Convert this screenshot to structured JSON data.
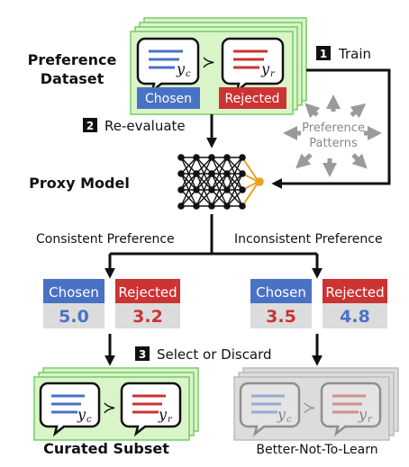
{
  "dataset": {
    "title_line1": "Preference",
    "title_line2": "Dataset",
    "chosen_label": "Chosen",
    "rejected_label": "Rejected",
    "yc": "y",
    "yc_sub": "c",
    "yr": "y",
    "yr_sub": "r",
    "gt": "≻"
  },
  "steps": {
    "train_num": "1",
    "train_label": "Train",
    "reeval_num": "2",
    "reeval_label": "Re-evaluate",
    "select_num": "3",
    "select_label": "Select or Discard"
  },
  "proxy": {
    "title": "Proxy Model",
    "patterns_line1": "Preference",
    "patterns_line2": "Patterns"
  },
  "consistent": {
    "label": "Consistent Preference",
    "chosen_label": "Chosen",
    "chosen_score": "5.0",
    "rejected_label": "Rejected",
    "rejected_score": "3.2"
  },
  "inconsistent": {
    "label": "Inconsistent Preference",
    "chosen_label": "Chosen",
    "chosen_score": "3.5",
    "rejected_label": "Rejected",
    "rejected_score": "4.8"
  },
  "curated": {
    "title": "Curated Subset"
  },
  "discarded": {
    "title": "Better-Not-To-Learn"
  },
  "colors": {
    "blue": "#4a72c4",
    "red": "#cc3333",
    "green_fill": "#d9f5c8",
    "green_border": "#77cc66",
    "gray_fill": "#d6d6d6",
    "orange": "#e8a020"
  }
}
